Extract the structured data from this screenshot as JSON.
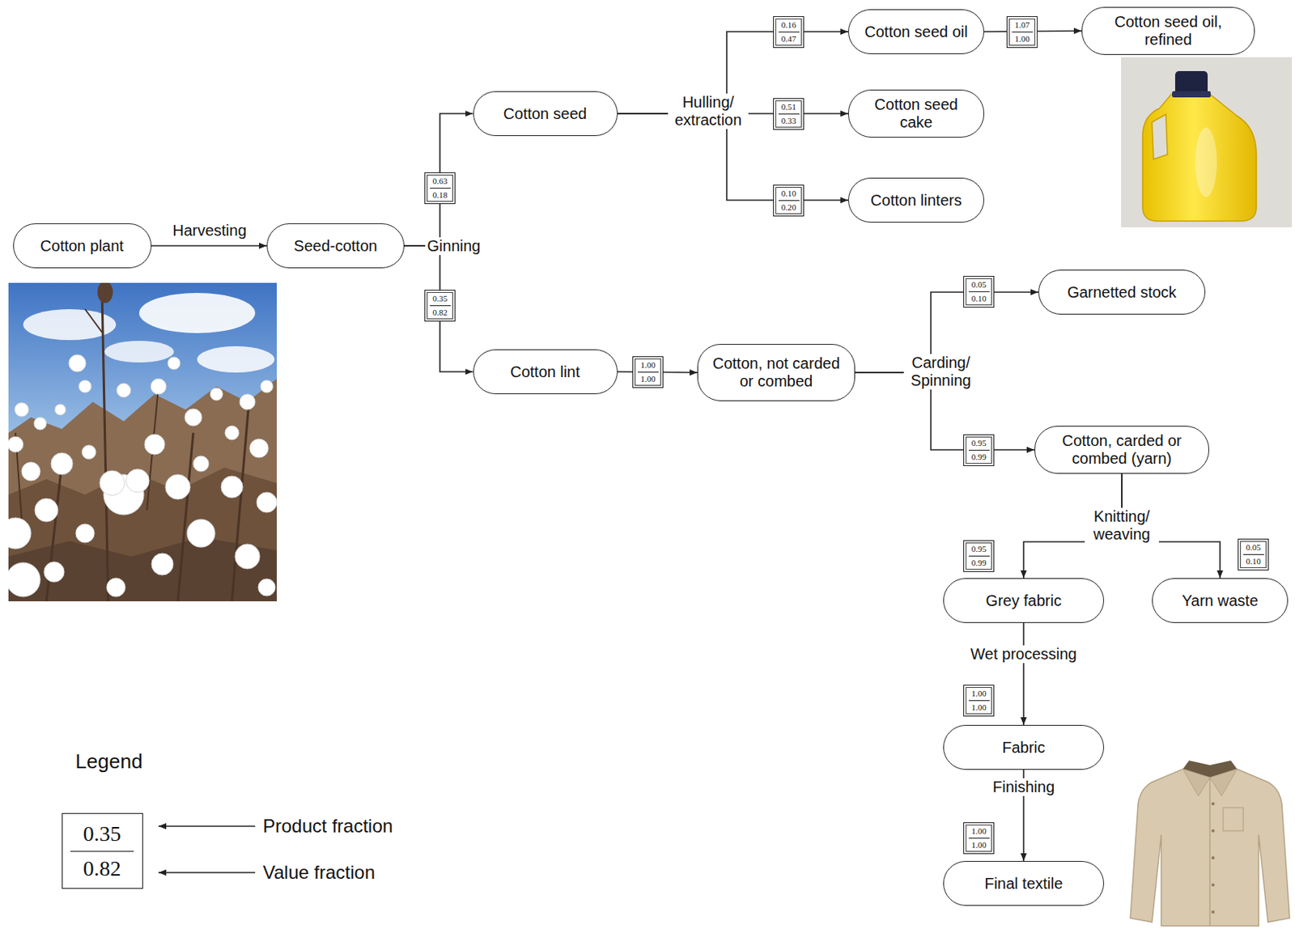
{
  "diagram": {
    "nodes": [
      {
        "text": [
          "Cotton plant"
        ]
      },
      {
        "text": [
          "Seed-cotton"
        ]
      },
      {
        "text": [
          "Cotton seed"
        ]
      },
      {
        "text": [
          "Cotton seed oil"
        ]
      },
      {
        "text": [
          "Cotton seed oil, refined"
        ]
      },
      {
        "text": [
          "Cotton seed cake"
        ]
      },
      {
        "text": [
          "Cotton linters"
        ]
      },
      {
        "text": [
          "Cotton lint"
        ]
      },
      {
        "text": [
          "Cotton, not carded or combed"
        ]
      },
      {
        "text": [
          "Garnetted stock"
        ]
      },
      {
        "text": [
          "Cotton, carded or combed (yarn)"
        ]
      },
      {
        "text": [
          "Grey fabric"
        ]
      },
      {
        "text": [
          "Yarn waste"
        ]
      },
      {
        "text": [
          "Fabric"
        ]
      },
      {
        "text": [
          "Final textile"
        ]
      }
    ],
    "edges": [
      {
        "from": 0,
        "to": 1,
        "arrow": "to",
        "label": "Harvesting"
      },
      {
        "from": 1,
        "to": 2,
        "arrow": "to"
      },
      {
        "from": 1,
        "to": 7,
        "arrow": "to"
      },
      {
        "from": 2,
        "to": 3,
        "arrow": "to"
      },
      {
        "from": 2,
        "to": 5,
        "arrow": "to"
      },
      {
        "from": 2,
        "to": 6,
        "arrow": "to"
      },
      {
        "from": 3,
        "to": 4,
        "arrow": "to"
      },
      {
        "from": 7,
        "to": 8,
        "arrow": "to"
      },
      {
        "from": 8,
        "to": 9,
        "arrow": "to"
      },
      {
        "from": 8,
        "to": 10,
        "arrow": "to"
      },
      {
        "from": 10,
        "to": 11,
        "arrow": "to"
      },
      {
        "from": 10,
        "to": 12,
        "arrow": "to"
      },
      {
        "from": 11,
        "to": 13,
        "arrow": "to",
        "label": "Wet processing"
      },
      {
        "from": 13,
        "to": 14,
        "arrow": "to",
        "label": "Finishing"
      }
    ],
    "labels": [
      "Ginning",
      "0.63",
      "0.18",
      "0.35",
      "0.82",
      "Hulling/ extraction",
      "0.16",
      "0.47",
      "0.51",
      "0.33",
      "0.10",
      "0.20",
      "1.07",
      "1.00",
      "1.00",
      "1.00",
      "Carding/ Spinning",
      "0.05",
      "0.10",
      "0.95",
      "0.99",
      "Knitting/ weaving",
      "0.95",
      "0.99",
      "0.05",
      "0.10",
      "1.00",
      "1.00",
      "1.00",
      "1.00",
      "Legend",
      "0.35",
      "0.82"
    ],
    "legend": [
      {
        "text": "Product fraction"
      },
      {
        "text": "Value fraction"
      }
    ]
  }
}
